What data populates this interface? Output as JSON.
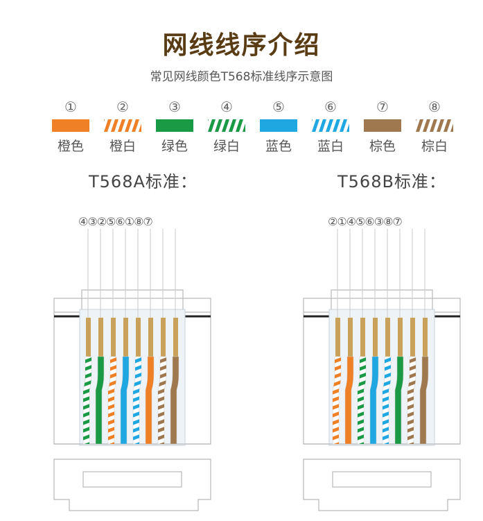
{
  "title": "网线线序介绍",
  "subtitle": "常见网线颜色T568标准线序示意图",
  "colors": {
    "orange": "#f08026",
    "green": "#1a9a45",
    "blue": "#1fa7e1",
    "brown": "#a07850",
    "gold": "#c8a25a",
    "white": "#ffffff"
  },
  "legend": [
    {
      "num": "①",
      "label": "橙色",
      "color": "orange",
      "striped": false
    },
    {
      "num": "②",
      "label": "橙白",
      "color": "orange",
      "striped": true
    },
    {
      "num": "③",
      "label": "绿色",
      "color": "green",
      "striped": false
    },
    {
      "num": "④",
      "label": "绿白",
      "color": "green",
      "striped": true
    },
    {
      "num": "⑤",
      "label": "蓝色",
      "color": "blue",
      "striped": false
    },
    {
      "num": "⑥",
      "label": "蓝白",
      "color": "blue",
      "striped": true
    },
    {
      "num": "⑦",
      "label": "棕色",
      "color": "brown",
      "striped": false
    },
    {
      "num": "⑧",
      "label": "棕白",
      "color": "brown",
      "striped": true
    }
  ],
  "standards": [
    {
      "title": "T568A标准：",
      "order": "④③②⑤⑥①⑧⑦",
      "wires": [
        4,
        3,
        2,
        5,
        6,
        1,
        8,
        7
      ]
    },
    {
      "title": "T568B标准：",
      "order": "②①④⑤⑥③⑧⑦",
      "wires": [
        2,
        1,
        4,
        5,
        6,
        3,
        8,
        7
      ]
    }
  ]
}
